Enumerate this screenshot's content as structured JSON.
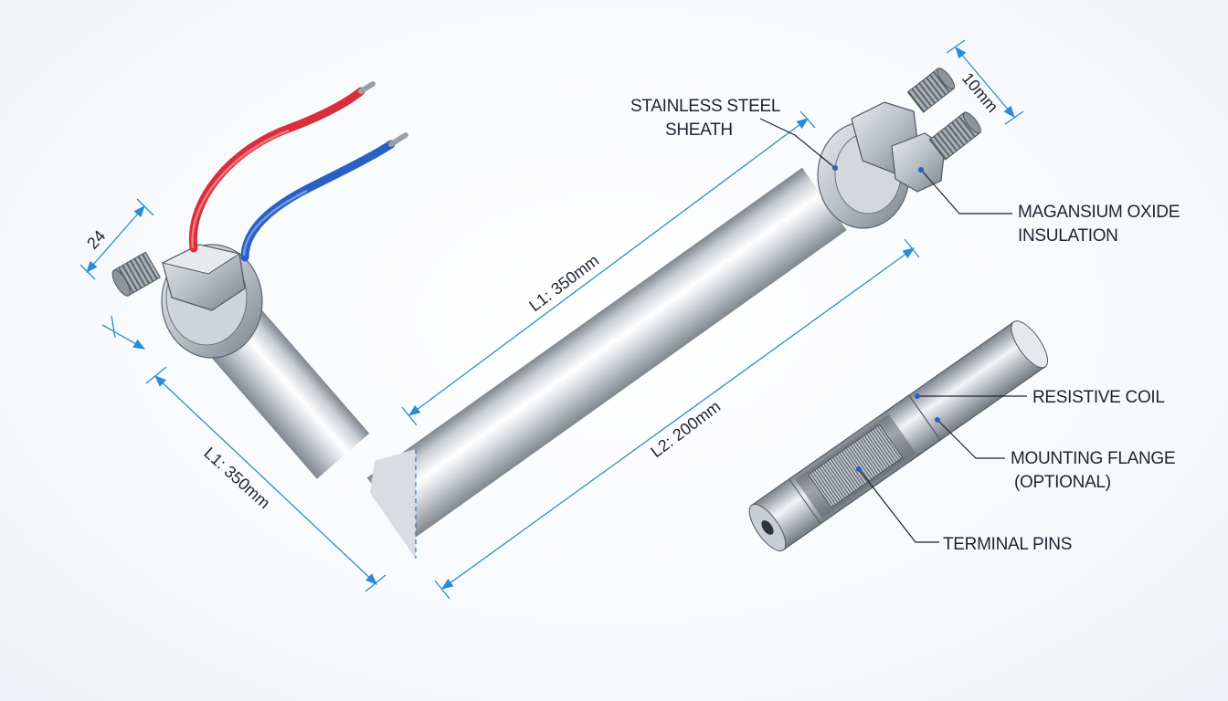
{
  "callouts": {
    "sheath_line1": "STAINLESS STEEL",
    "sheath_line2": "SHEATH",
    "insulation_line1": "MAGANSIUM OXIDE",
    "insulation_line2": "INSULATION",
    "coil": "RESISTIVE COIL",
    "flange_line1": "MOUNTING FLANGE",
    "flange_line2": "(OPTIONAL)",
    "pins": "TERMINAL PINS"
  },
  "dimensions": {
    "thread_dia": "24",
    "bolt_size": "10mm",
    "upper_leg": "L1: 350mm",
    "lower_leg_left": "L1: 350mm",
    "lower_leg_right": "L2: 200mm"
  },
  "colors": {
    "dimension_line": "#2a8bd6",
    "wire_red": "#d8303a",
    "wire_blue": "#2a5fc4",
    "steel_light": "#f4f6f8",
    "steel_dark": "#8a9099"
  }
}
